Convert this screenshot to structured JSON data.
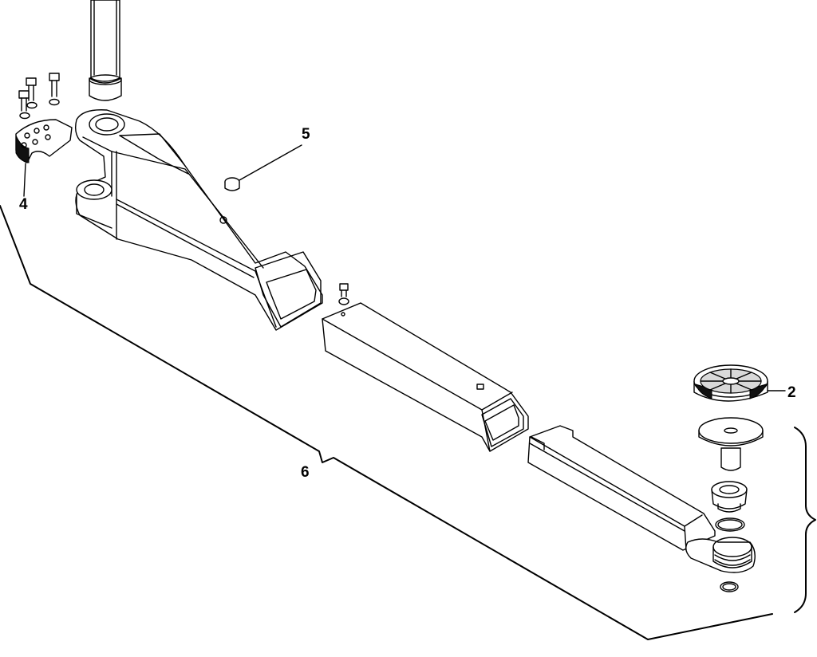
{
  "callouts": {
    "c2": "2",
    "c4": "4",
    "c5": "5",
    "c6": "6"
  }
}
